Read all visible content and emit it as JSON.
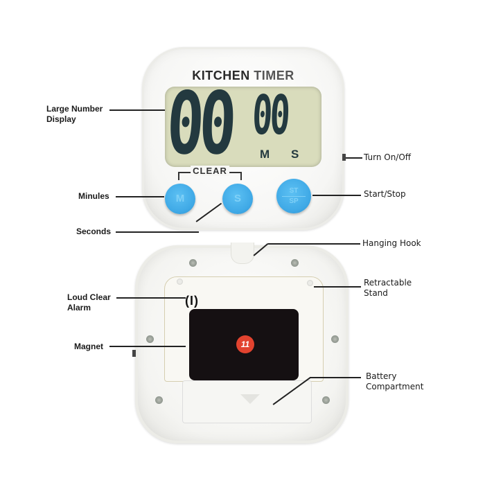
{
  "product": {
    "brand_title_1": "KITCHEN",
    "brand_title_2": "TIMER",
    "display": {
      "minutes": "00",
      "seconds": "00",
      "unit_minutes": "M",
      "unit_seconds": "S"
    },
    "clear_label": "CLEAR",
    "buttons": {
      "minutes": "M",
      "seconds": "S",
      "start_stop_top": "ST",
      "start_stop_bottom": "SP"
    },
    "back": {
      "alarm_symbol": "(I)",
      "logo": "11"
    }
  },
  "callouts": {
    "large_number_display": [
      "Large Number",
      "Display"
    ],
    "minutes": "Minules",
    "seconds": "Seconds",
    "turn_on_off": "Turn On/Off",
    "start_stop": "Start/Stop",
    "hanging_hook": "Hanging Hook",
    "retractable_stand": [
      "Retractable",
      "Stand"
    ],
    "loud_clear_alarm": [
      "Loud Clear",
      "Alarm"
    ],
    "magnet": "Magnet",
    "battery_compartment": [
      "Battery",
      "Compartment"
    ]
  },
  "colors": {
    "button_blue": "#3fa9e6",
    "lcd_background": "#d9dcbc",
    "lcd_digits": "#23393f",
    "logo_red": "#e2432f",
    "magnet_black": "#151012"
  }
}
